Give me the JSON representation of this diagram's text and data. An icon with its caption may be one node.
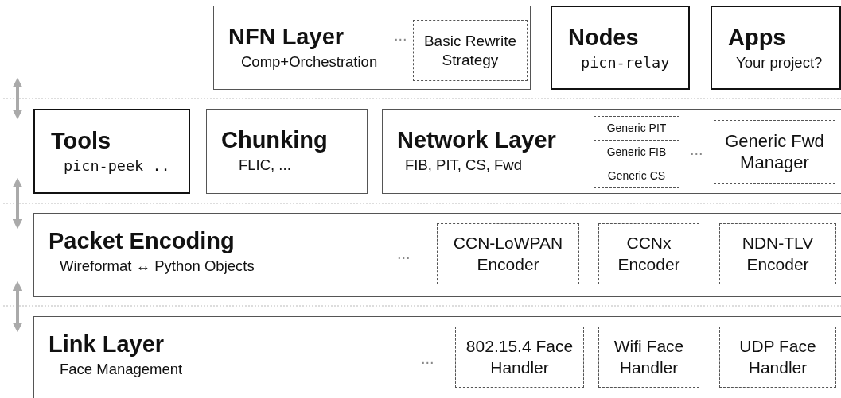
{
  "diagram": {
    "nodes": [
      {
        "text": [
          "NFN Layer",
          "Comp+Orchestration"
        ]
      },
      {
        "text": [
          "Basic Rewrite Strategy"
        ],
        "in": 0
      },
      {
        "text": [
          "Nodes",
          "picn-relay"
        ]
      },
      {
        "text": [
          "Apps",
          "Your project?"
        ]
      },
      {
        "text": [
          "Tools",
          "picn-peek .."
        ]
      },
      {
        "text": [
          "Chunking",
          "FLIC, ..."
        ]
      },
      {
        "text": [
          "Network Layer",
          "FIB, PIT, CS, Fwd"
        ]
      },
      {
        "text": [
          "Generic PIT"
        ],
        "in": 6
      },
      {
        "text": [
          "Generic FIB"
        ],
        "in": 6
      },
      {
        "text": [
          "Generic CS"
        ],
        "in": 6
      },
      {
        "text": [
          "Generic Fwd Manager"
        ],
        "in": 6
      },
      {
        "text": [
          "Packet Encoding",
          "Wireformat ↔ Python Objects"
        ]
      },
      {
        "text": [
          "CCN-LoWPAN Encoder"
        ],
        "in": 11
      },
      {
        "text": [
          "CCNx Encoder"
        ],
        "in": 11
      },
      {
        "text": [
          "NDN-TLV Encoder"
        ],
        "in": 11
      },
      {
        "text": [
          "Link Layer",
          "Face Management"
        ]
      },
      {
        "text": [
          "802.15.4 Face Handler"
        ],
        "in": 15
      },
      {
        "text": [
          "Wifi Face Handler"
        ],
        "in": 15
      },
      {
        "text": [
          "UDP Face Handler"
        ],
        "in": 15
      }
    ],
    "edges": [
      {
        "from": 4,
        "to": 11,
        "arrow": "both"
      },
      {
        "from": 11,
        "to": 15,
        "arrow": "both"
      }
    ],
    "labels": [
      "...",
      "...",
      "...",
      "..."
    ]
  }
}
